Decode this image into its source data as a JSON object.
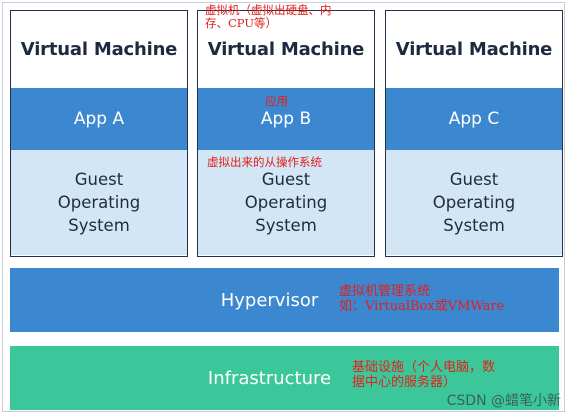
{
  "virtual_machines": [
    {
      "title": "Virtual Machine",
      "app": "App A",
      "os": "Guest\nOperating\nSystem"
    },
    {
      "title": "Virtual Machine",
      "app": "App B",
      "os": "Guest\nOperating\nSystem"
    },
    {
      "title": "Virtual Machine",
      "app": "App C",
      "os": "Guest\nOperating\nSystem"
    }
  ],
  "layers": {
    "hypervisor": "Hypervisor",
    "infrastructure": "Infrastructure"
  },
  "annotations": {
    "vm_note_line1": "虚拟机（虚拟出硬盘、内",
    "vm_note_line2": "存、CPU等）",
    "app_note": "应用",
    "os_note": "虚拟出来的从操作系统",
    "hypervisor_note_line1": "虚拟机管理系统",
    "hypervisor_note_line2": "如：VirtualBox或VMWare",
    "infra_note_line1": "基础设施（个人电脑，数",
    "infra_note_line2": "据中心的服务器）"
  },
  "watermark": "CSDN @蜡笔小新"
}
